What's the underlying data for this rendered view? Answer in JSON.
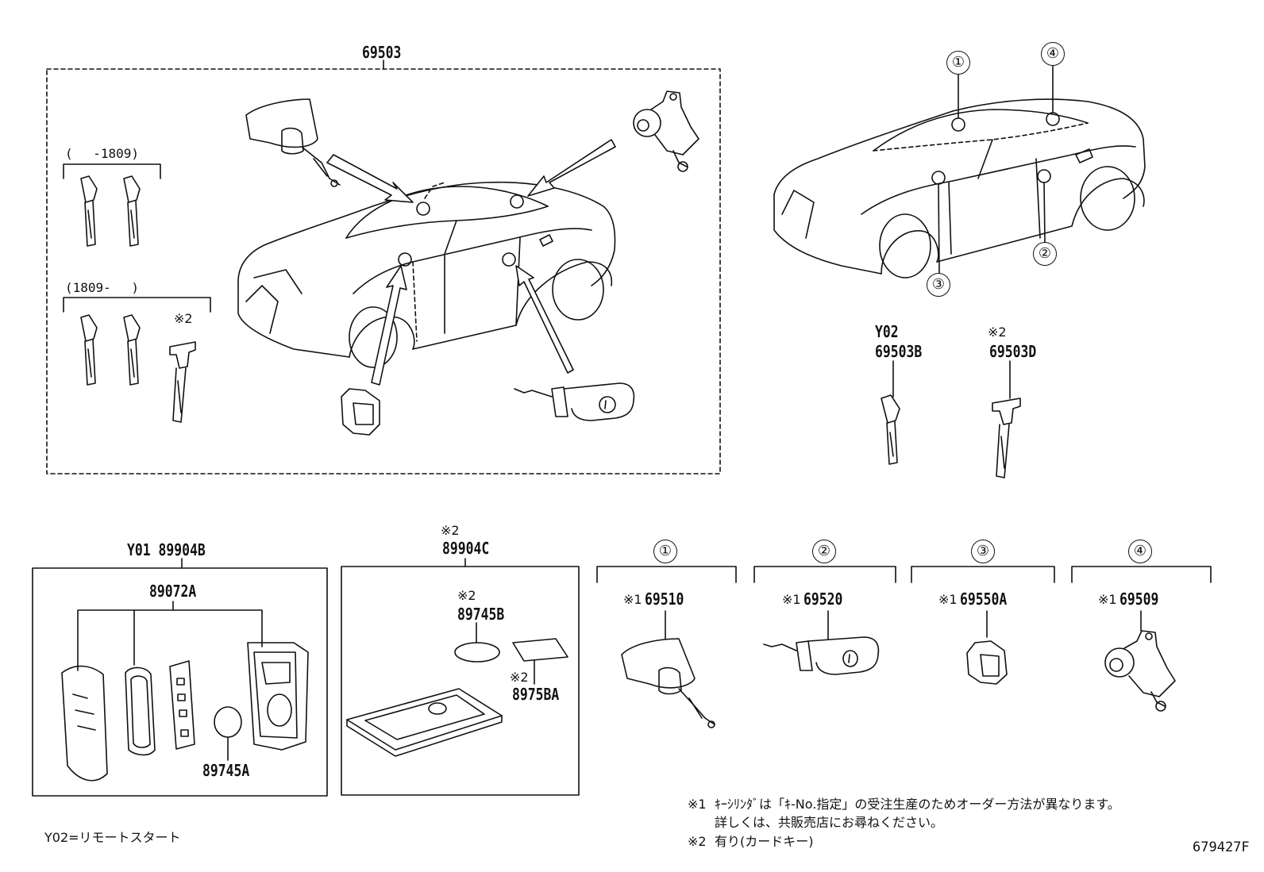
{
  "main_assembly": {
    "part": "69503",
    "range_old": "(　 -1809)",
    "range_new": "(1809-　 )",
    "note_mark": "※2"
  },
  "circled_numbers": [
    "①",
    "②",
    "③",
    "④"
  ],
  "keys": {
    "remote_start": {
      "prefix": "Y02",
      "part": "69503B"
    },
    "card_key": {
      "mark": "※2",
      "part": "69503D"
    }
  },
  "remote_box": {
    "part": "Y01 89904B",
    "case": "89072A",
    "battery": "89745A"
  },
  "card_box": {
    "mark": "※2",
    "part": "89904C",
    "battery_mark": "※2",
    "battery": "89745B",
    "sticker_mark": "※2",
    "sticker": "8975BA"
  },
  "cylinders": [
    {
      "num": "①",
      "mark": "※1",
      "part": "69510"
    },
    {
      "num": "②",
      "mark": "※1",
      "part": "69520"
    },
    {
      "num": "③",
      "mark": "※1",
      "part": "69550A"
    },
    {
      "num": "④",
      "mark": "※1",
      "part": "69509"
    }
  ],
  "notes": {
    "y02": "Y02=リモートスタート",
    "n1_mark": "※1",
    "n1_line1": "ｷｰｼﾘﾝﾀﾞは「ｷ-No.指定」の受注生産のためオーダー方法が異なります。",
    "n1_line2": "詳しくは、共販売店にお尋ねください。",
    "n2_mark": "※2",
    "n2_text": "有り(カードキー)"
  },
  "figure_code": "679427F"
}
